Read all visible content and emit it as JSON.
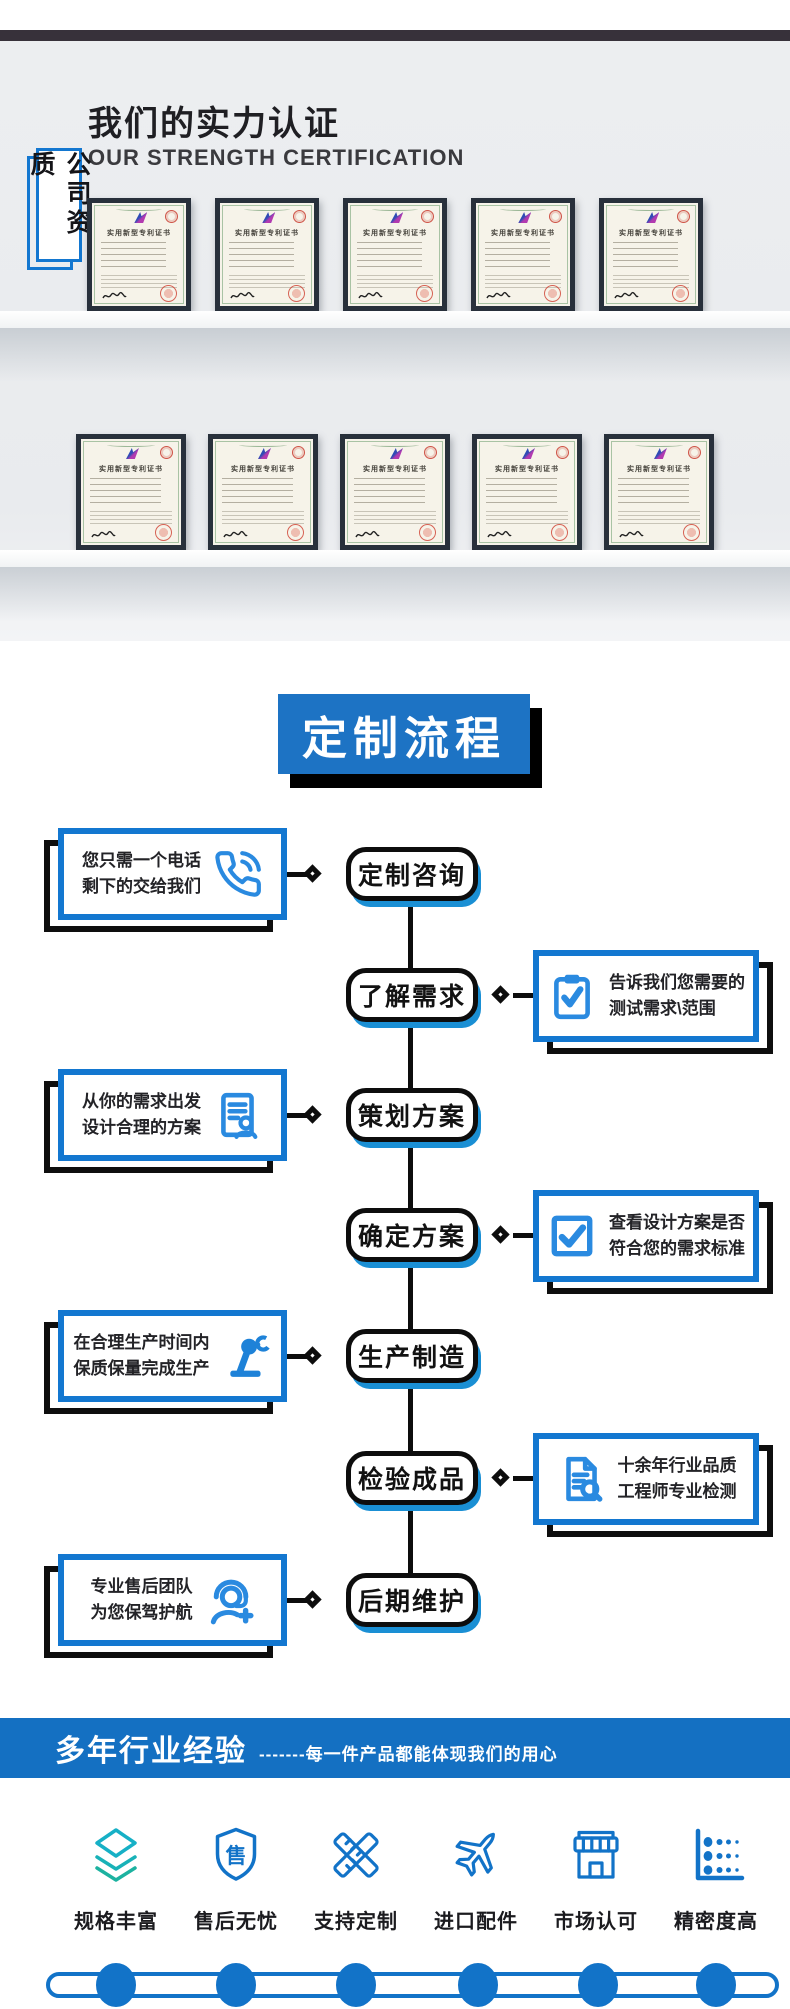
{
  "certification": {
    "tab": "公司资质",
    "title": "我们的实力认证",
    "subtitle": "OUR STRENGTH CERTIFICATION",
    "certificate_title": "实用新型专利证书",
    "rows": [
      5,
      5
    ]
  },
  "process": {
    "title": "定制流程",
    "steps": [
      {
        "label": "定制咨询",
        "side": "left",
        "note_line1": "您只需一个电话",
        "note_line2": "剩下的交给我们",
        "icon": "phone-icon"
      },
      {
        "label": "了解需求",
        "side": "right",
        "note_line1": "告诉我们您需要的",
        "note_line2": "测试需求\\范围",
        "icon": "clipboard-check-icon"
      },
      {
        "label": "策划方案",
        "side": "left",
        "note_line1": "从你的需求出发",
        "note_line2": "设计合理的方案",
        "icon": "document-person-icon"
      },
      {
        "label": "确定方案",
        "side": "right",
        "note_line1": "查看设计方案是否",
        "note_line2": "符合您的需求标准",
        "icon": "checkbox-icon"
      },
      {
        "label": "生产制造",
        "side": "left",
        "note_line1": "在合理生产时间内",
        "note_line2": "保质保量完成生产",
        "icon": "robot-arm-icon"
      },
      {
        "label": "检验成品",
        "side": "right",
        "note_line1": "十余年行业品质",
        "note_line2": "工程师专业检测",
        "icon": "document-search-icon"
      },
      {
        "label": "后期维护",
        "side": "left",
        "note_line1": "专业售后团队",
        "note_line2": "为您保驾护航",
        "icon": "support-person-icon"
      }
    ]
  },
  "experience": {
    "title": "多年行业经验",
    "subtitle": "-------每一件产品都能体现我们的用心",
    "features": [
      {
        "label": "规格丰富",
        "icon": "layers-icon"
      },
      {
        "label": "售后无忧",
        "icon": "shield-icon",
        "icon_char": "售"
      },
      {
        "label": "支持定制",
        "icon": "rulers-icon"
      },
      {
        "label": "进口配件",
        "icon": "airplane-icon"
      },
      {
        "label": "市场认可",
        "icon": "storefront-icon"
      },
      {
        "label": "精密度高",
        "icon": "dot-chart-icon"
      }
    ]
  },
  "colors": {
    "accent_blue": "#1377d0",
    "band_blue": "#1470c2",
    "pill_shadow_blue": "#1a8fd4",
    "teal": "#17b2c4",
    "frame_black": "#0e0e0e"
  }
}
